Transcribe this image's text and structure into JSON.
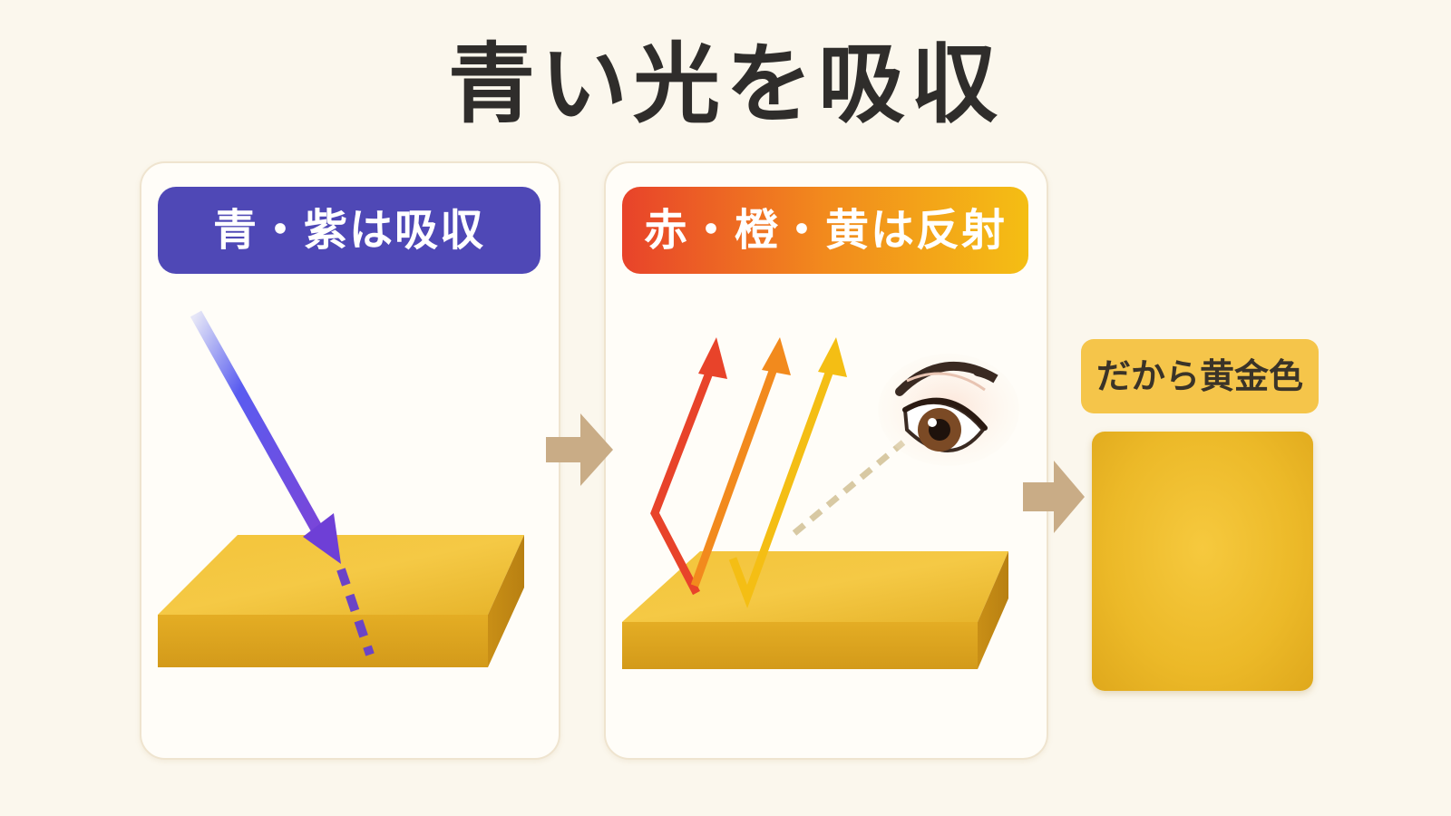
{
  "title": "青い光を吸収",
  "absorb_label": "青・紫は吸収",
  "reflect_label": "赤・橙・黄は反射",
  "result_label": "だから黄金色",
  "colors": {
    "background": "#fbf7ed",
    "absorb": "#4f48b6",
    "red": "#e8432a",
    "orange": "#f28a1d",
    "yellow": "#f4be14",
    "gold": "#ecb928",
    "flow_arrow": "#c9ac86"
  },
  "icons": [
    "gold-block-icon",
    "blue-light-arrow-icon",
    "reflected-light-arrow-icon",
    "eye-icon",
    "flow-arrow-icon"
  ]
}
